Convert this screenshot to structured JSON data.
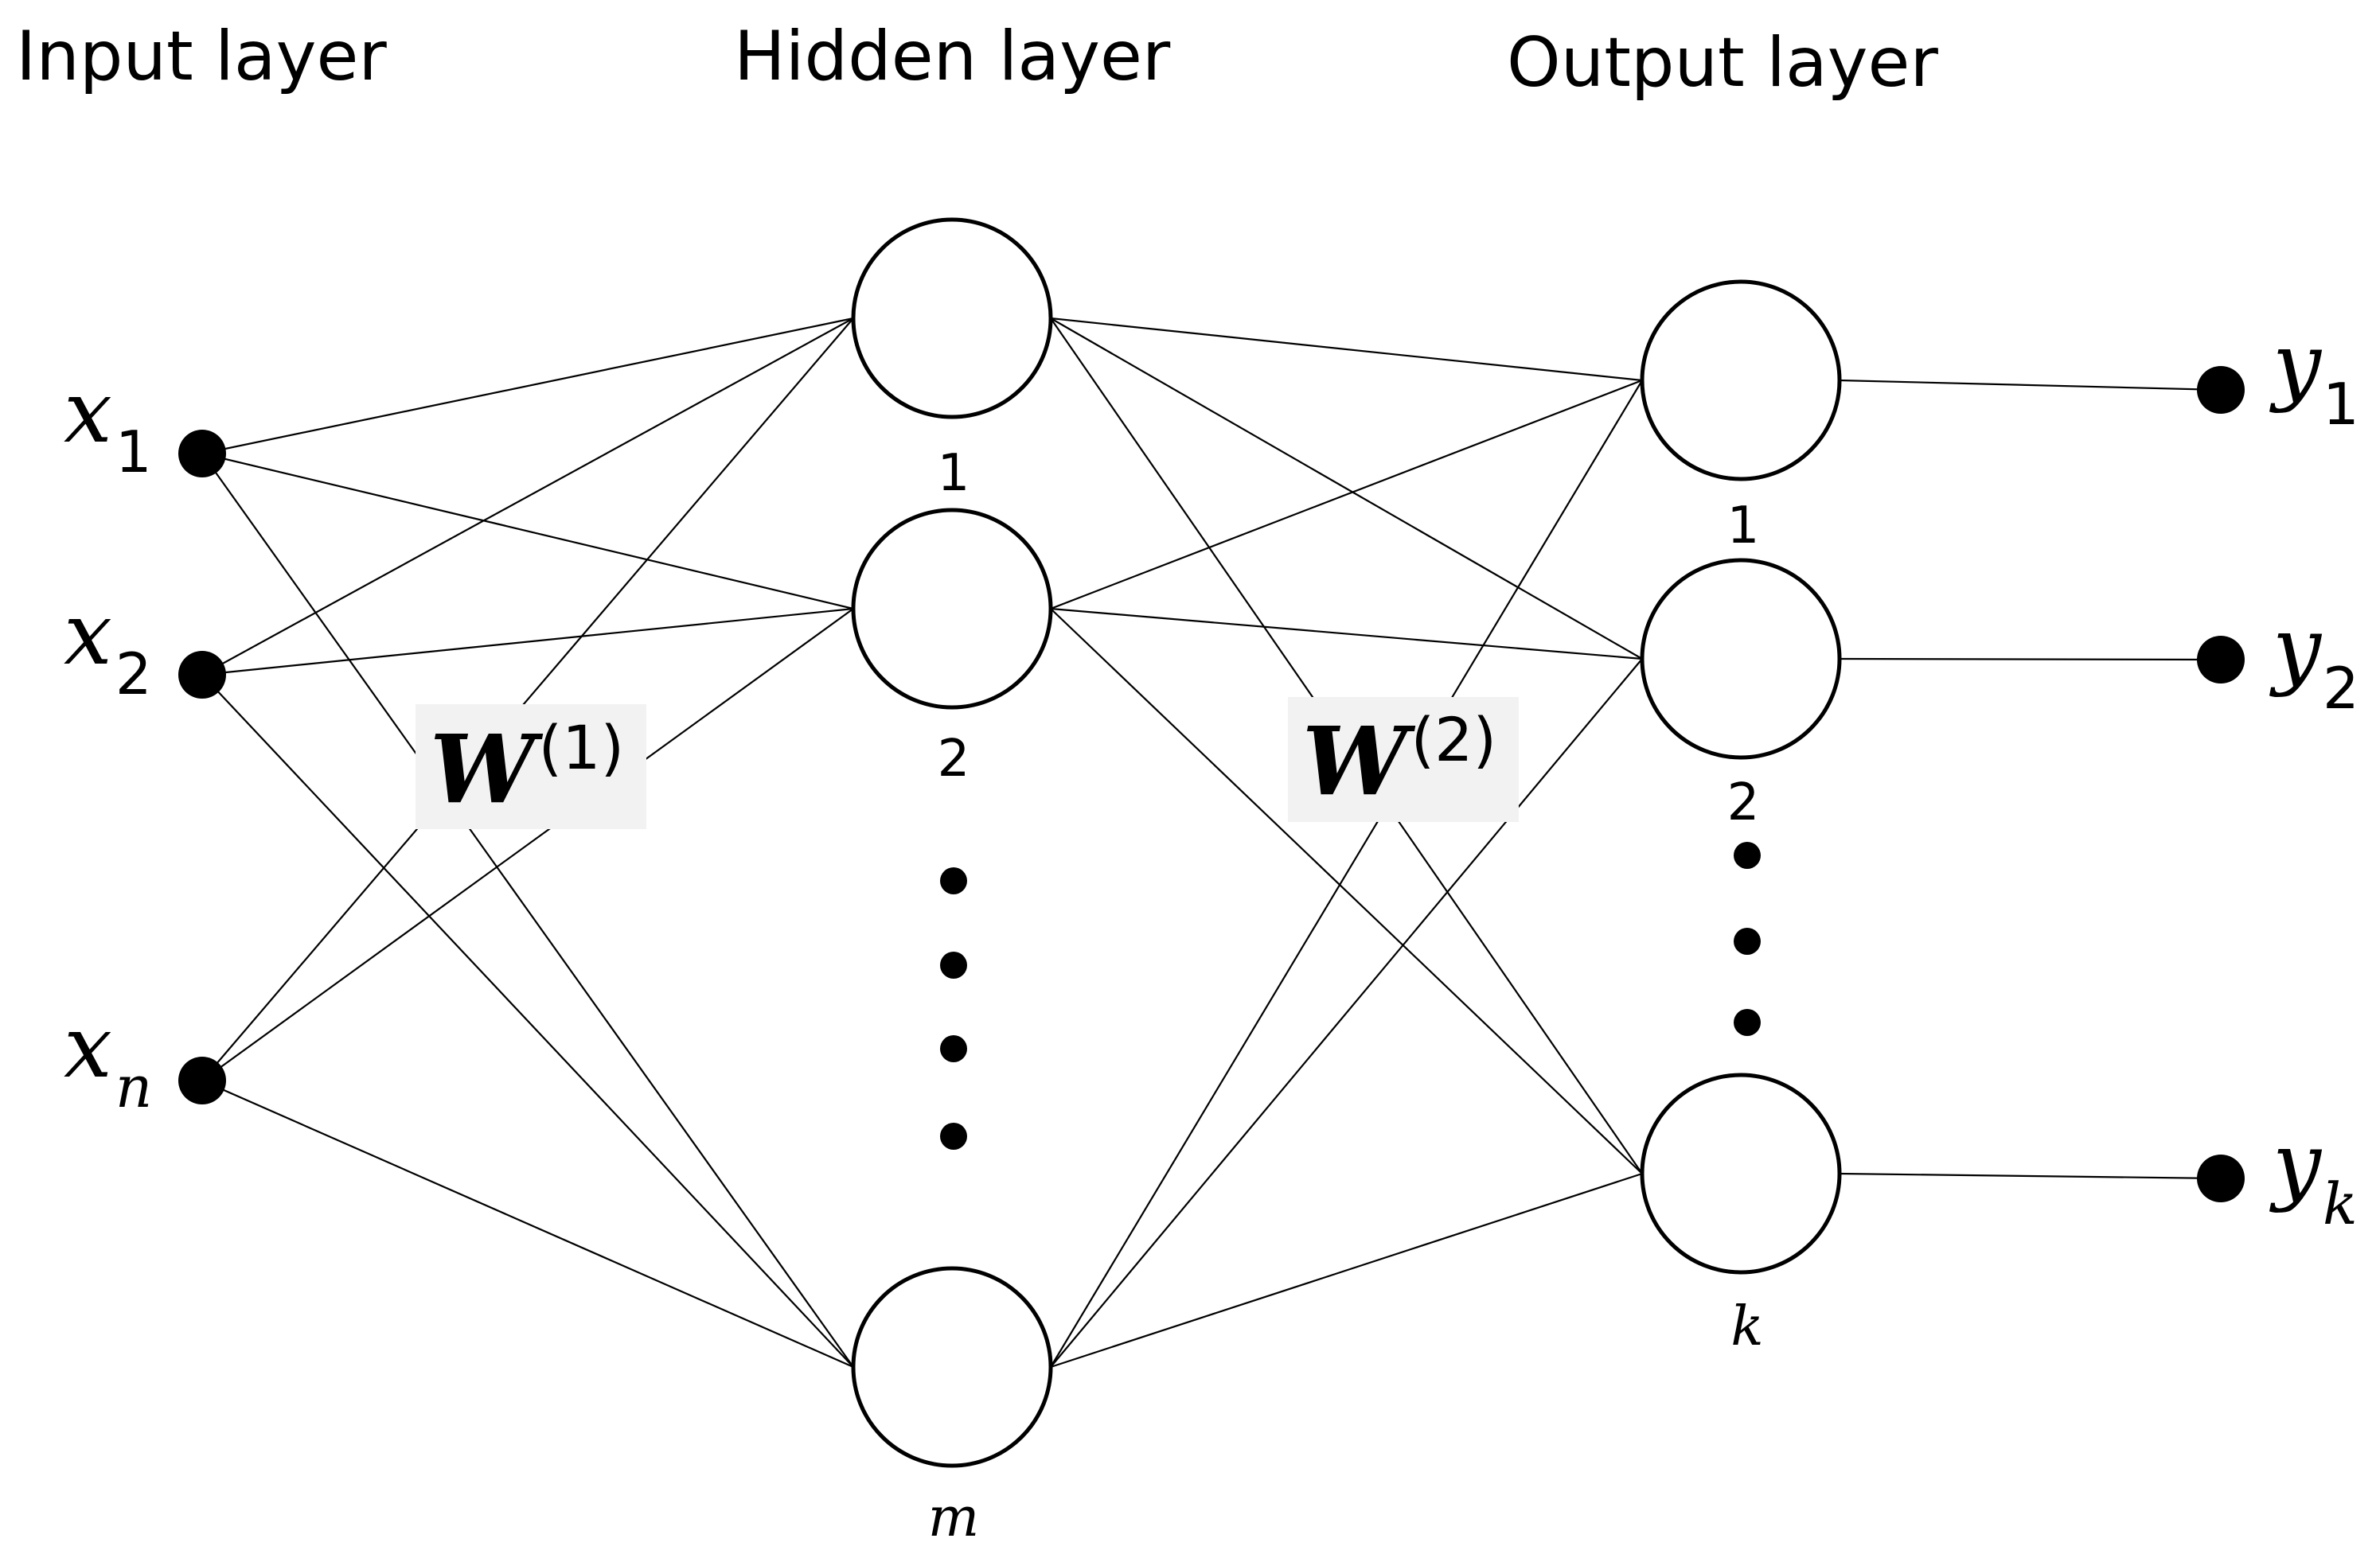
{
  "titles": {
    "input": "Input layer",
    "hidden": "Hidden layer",
    "output": "Output layer"
  },
  "inputs": [
    {
      "var": "x",
      "sub": "1"
    },
    {
      "var": "x",
      "sub": "2"
    },
    {
      "var": "x",
      "sub": "n"
    }
  ],
  "hidden_labels": [
    "1",
    "2",
    "m"
  ],
  "output_labels": [
    "1",
    "2",
    "k"
  ],
  "outputs": [
    {
      "var": "y",
      "sub": "1"
    },
    {
      "var": "y",
      "sub": "2"
    },
    {
      "var": "y",
      "sub": "k"
    }
  ],
  "weights": [
    {
      "symbol": "W",
      "sup": "(1)"
    },
    {
      "symbol": "W",
      "sup": "(2)"
    }
  ],
  "colors": {
    "stroke": "#000000",
    "node_fill": "#ffffff",
    "weight_label_bg": "#f2f2f2"
  }
}
